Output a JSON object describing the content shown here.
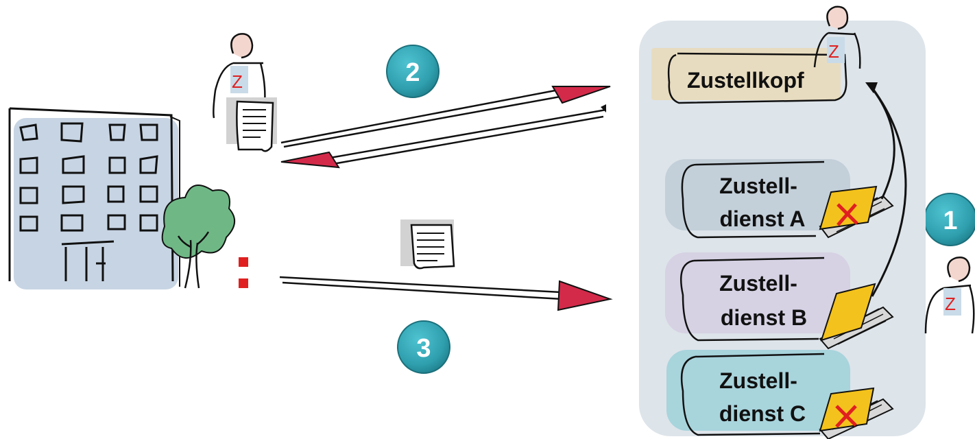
{
  "steps": {
    "one": "1",
    "two": "2",
    "three": "3"
  },
  "header_box": {
    "label": "Zustellkopf"
  },
  "services": [
    {
      "line1": "Zustell-",
      "line2": "dienst A"
    },
    {
      "line1": "Zustell-",
      "line2": "dienst B"
    },
    {
      "line1": "Zustell-",
      "line2": "dienst C"
    }
  ],
  "person_badge": "Z",
  "colors": {
    "panel": "#dde4ea",
    "header_fill": "#e8dcc0",
    "service_a": "#c3cfd9",
    "service_b": "#d6d1e3",
    "service_c": "#a8d4dc",
    "badge": "#2f9fae",
    "arrow_head": "#d42a4a",
    "building": "#c7d4e3",
    "tree": "#6fb886",
    "folder": "#f4c21c"
  }
}
